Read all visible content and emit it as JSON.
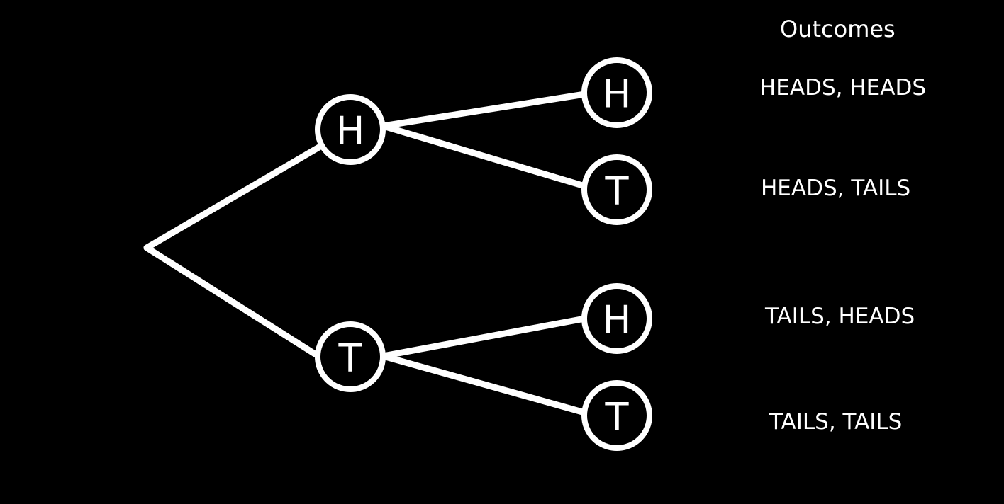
{
  "title": "Outcomes",
  "colors": {
    "background": "#000000",
    "foreground": "#ffffff"
  },
  "nodes": {
    "first_h": "H",
    "first_t": "T",
    "hh": "H",
    "ht": "T",
    "th": "H",
    "tt": "T"
  },
  "outcomes": [
    "HEADS, HEADS",
    "HEADS, TAILS",
    "TAILS, HEADS",
    "TAILS, TAILS"
  ]
}
